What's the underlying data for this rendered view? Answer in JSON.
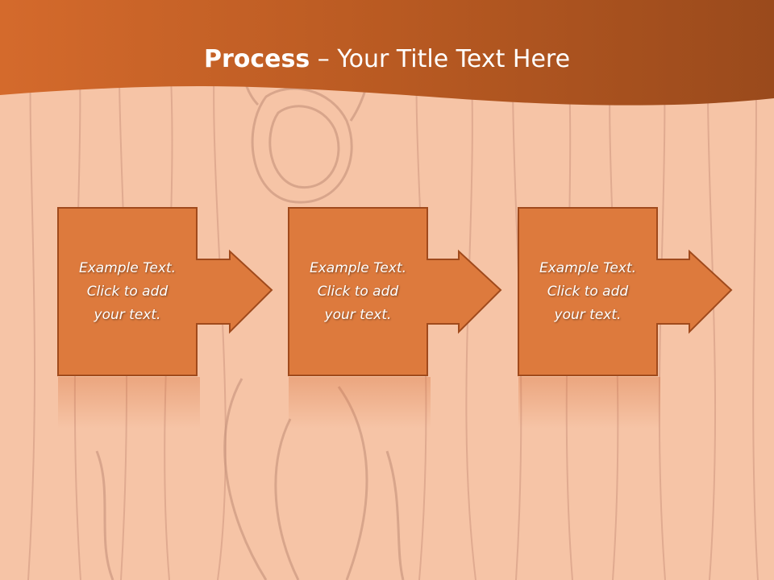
{
  "title": {
    "bold": "Process",
    "rest": " – Your Title Text Here"
  },
  "steps": [
    {
      "lines": [
        "Example Text.",
        "Click  to add",
        "your text."
      ]
    },
    {
      "lines": [
        "Example Text.",
        "Click  to add",
        "your text."
      ]
    },
    {
      "lines": [
        "Example Text.",
        "Click  to add",
        "your text."
      ]
    }
  ],
  "colors": {
    "header": "#b95a22",
    "box_fill": "#dd7a3d",
    "box_border": "#a04a1c",
    "background": "#f6c4a6",
    "grain": "#d9a48a"
  }
}
